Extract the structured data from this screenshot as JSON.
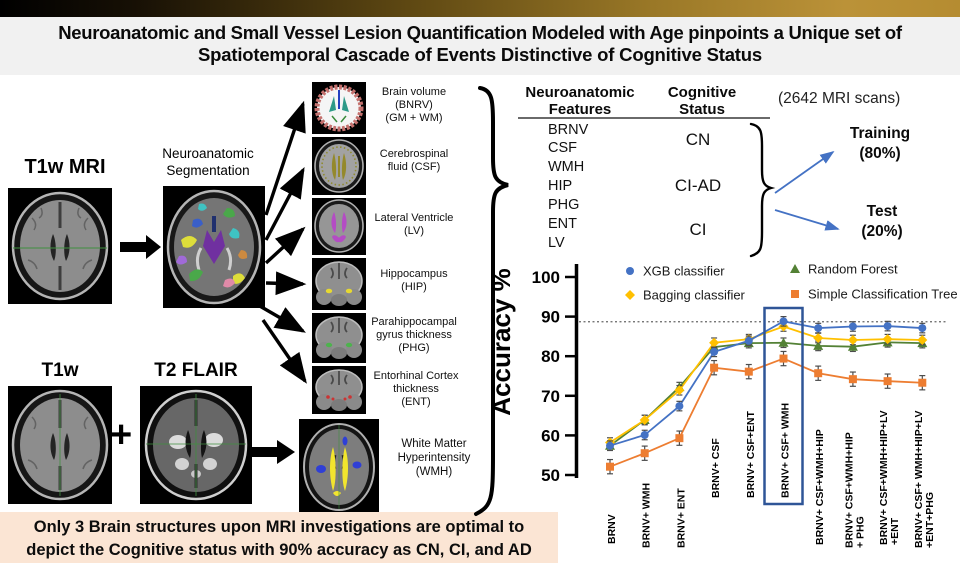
{
  "header": {
    "title_line1": "Neuroanatomic and Small Vessel Lesion Quantification Modeled with Age pinpoints a Unique set of",
    "title_line2": "Spatiotemporal Cascade of Events Distinctive of Cognitive Status"
  },
  "pipeline": {
    "t1w_mri_label": "T1w MRI",
    "segmentation_label": "Neuroanatomic\nSegmentation",
    "t1w_label": "T1w",
    "t2_flair_label": "T2 FLAIR",
    "plus_sign": "+",
    "features": [
      {
        "label": "Brain volume\n(BNRV)\n(GM + WM)"
      },
      {
        "label": "Cerebrospinal\nfluid (CSF)"
      },
      {
        "label": "Lateral Ventricle\n(LV)"
      },
      {
        "label": "Hippocampus\n(HIP)"
      },
      {
        "label": "Parahippocampal\ngyrus thickness\n(PHG)"
      },
      {
        "label": "Entorhinal Cortex\nthickness\n(ENT)"
      },
      {
        "label": "White Matter\nHyperintensity\n(WMH)"
      }
    ]
  },
  "dataset": {
    "features_header": "Neuroanatomic\nFeatures",
    "status_header": "Cognitive\nStatus",
    "features": [
      "BRNV",
      "CSF",
      "WMH",
      "HIP",
      "PHG",
      "ENT",
      "LV"
    ],
    "statuses": [
      "CN",
      "CI-AD",
      "CI"
    ],
    "scans_note": "(2642 MRI scans)",
    "training_label": "Training\n(80%)",
    "test_label": "Test\n(20%)"
  },
  "chart_data": {
    "type": "line",
    "ylabel": "Accuracy %",
    "ylim": [
      50,
      100
    ],
    "yticks": [
      50,
      60,
      70,
      80,
      90,
      100
    ],
    "reference_line_y": 88.7,
    "grid": false,
    "legend_position": "top-inside",
    "highlight_index": 5,
    "categories": [
      "BRNV",
      "BRNV+ WMH",
      "BRNV+ ENT",
      "BRNV+ CSF",
      "BRNV+ CSF+ENT",
      "BRNV+ CSF+ WMH",
      "BRNV+ CSF+WMH+HIP",
      "BRNV+ CSF+WMH+HIP\n+ PHG",
      "BRNV+ CSF+WMH+HIP+LV\n+ENT",
      "BRNV+ CSF+ WMH+HIP+LV\n+ENT+PHG"
    ],
    "series": [
      {
        "name": "XGB classifier",
        "marker": "circle",
        "color": "#4472C4",
        "error": 1.2,
        "values": [
          57.4,
          60.1,
          67.4,
          81.1,
          83.9,
          88.8,
          87.1,
          87.5,
          87.6,
          87.1
        ]
      },
      {
        "name": "Bagging classifier",
        "marker": "diamond",
        "color": "#FFC000",
        "error": 1.2,
        "values": [
          58.2,
          63.9,
          71.4,
          83.4,
          84.3,
          87.5,
          84.6,
          84.1,
          84.3,
          84.1
        ]
      },
      {
        "name": "Random Forest",
        "marker": "triangle",
        "color": "#538135",
        "error": 1.2,
        "values": [
          57.4,
          63.9,
          72.2,
          82.3,
          83.3,
          83.4,
          82.6,
          82.4,
          83.5,
          83.3
        ]
      },
      {
        "name": "Simple Classification Tree",
        "marker": "square",
        "color": "#ED7D31",
        "error": 1.8,
        "values": [
          52.1,
          55.5,
          59.3,
          77.1,
          76.1,
          79.4,
          75.7,
          74.2,
          73.7,
          73.3
        ]
      }
    ]
  },
  "caption": "Only 3 Brain structures upon MRI investigations are optimal to\ndepict the Cognitive status with 90% accuracy as CN, CI, and AD",
  "colors": {
    "accent_blue": "#4472C4",
    "highlight_box": "#2F5597",
    "caption_bg": "#FBE5D4",
    "title_bg": "#F1F1F1",
    "banner_gold": "#BB9238"
  }
}
